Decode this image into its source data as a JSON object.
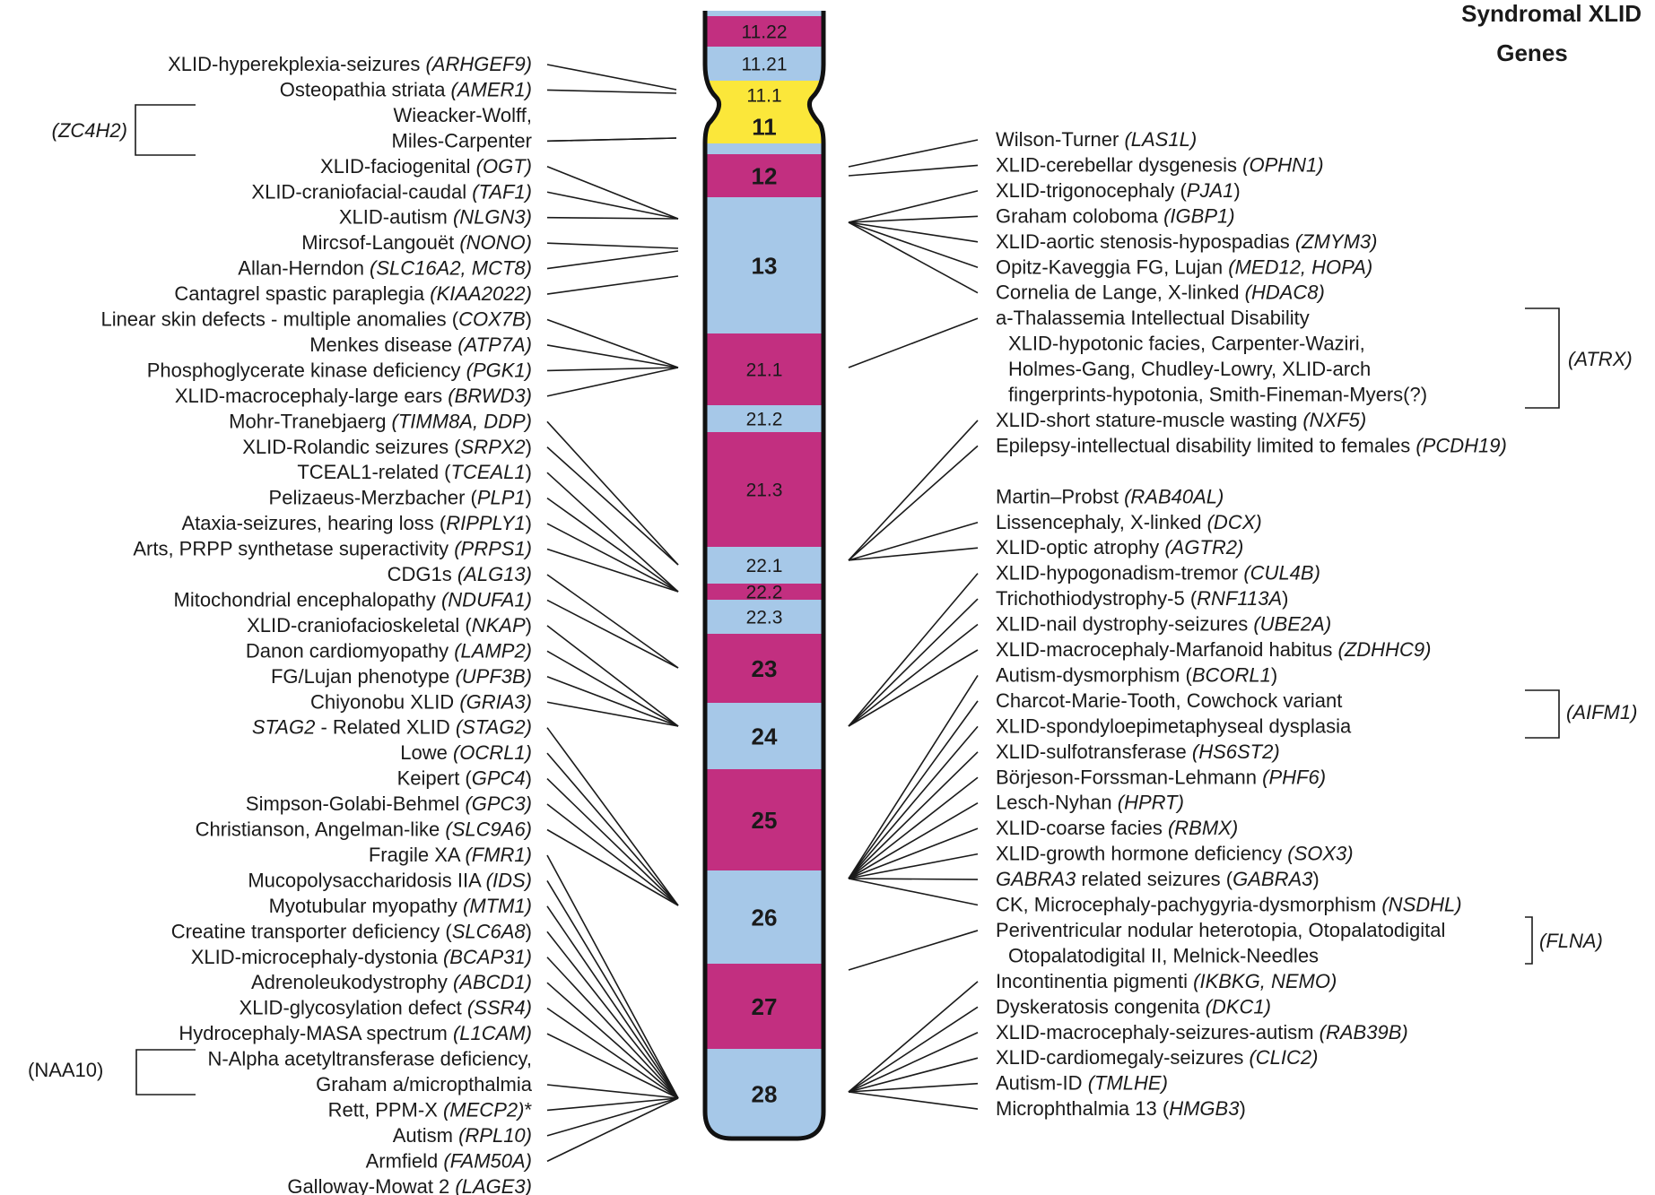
{
  "title": {
    "line1": "Syndromal XLID",
    "line2": "Genes"
  },
  "colors": {
    "q_dark": "#c22f80",
    "q_light": "#a6c8e8",
    "q_centromere": "#fbe73a",
    "outline": "#111111",
    "text": "#1a1a1a"
  },
  "bands": [
    {
      "label": "",
      "color": "light"
    },
    {
      "label": "11.22",
      "color": "dark"
    },
    {
      "label": "11.21",
      "color": "light"
    },
    {
      "label": "11.1",
      "color": "cen"
    },
    {
      "label": "11",
      "color": "cen",
      "bold": true
    },
    {
      "label": "",
      "color": "light"
    },
    {
      "label": "12",
      "color": "dark",
      "bold": true
    },
    {
      "label": "13",
      "color": "light",
      "bold": true
    },
    {
      "label": "21.1",
      "color": "dark"
    },
    {
      "label": "21.2",
      "color": "light"
    },
    {
      "label": "21.3",
      "color": "dark"
    },
    {
      "label": "22.1",
      "color": "light"
    },
    {
      "label": "22.2",
      "color": "dark"
    },
    {
      "label": "22.3",
      "color": "light"
    },
    {
      "label": "23",
      "color": "dark",
      "bold": true
    },
    {
      "label": "24",
      "color": "light",
      "bold": true
    },
    {
      "label": "25",
      "color": "dark",
      "bold": true
    },
    {
      "label": "26",
      "color": "light",
      "bold": true
    },
    {
      "label": "27",
      "color": "dark",
      "bold": true
    },
    {
      "label": "28",
      "color": "light",
      "bold": true
    }
  ],
  "left_syndromes": [
    {
      "name": "XLID-hyperekplexia-seizures ",
      "gene": "(ARHGEF9)"
    },
    {
      "name": "Osteopathia striata ",
      "gene": "(AMER1)"
    },
    {
      "name": "Wieacker-Wolff,",
      "gene": ""
    },
    {
      "name": "Miles-Carpenter",
      "gene": ""
    },
    {
      "name": "XLID-faciogenital ",
      "gene": "(OGT)"
    },
    {
      "name": "XLID-craniofacial-caudal ",
      "gene": "(TAF1)"
    },
    {
      "name": "XLID-autism ",
      "gene": "(NLGN3)"
    },
    {
      "name": "Mircsof-Langouët ",
      "gene": "(NONO)"
    },
    {
      "name": "Allan-Herndon ",
      "gene": "(SLC16A2, MCT8)"
    },
    {
      "name": "Cantagrel spastic paraplegia ",
      "gene": "(KIAA2022)"
    },
    {
      "name": "Linear skin defects - multiple anomalies (",
      "gene": "COX7B",
      "suffix": ")"
    },
    {
      "name": "Menkes disease ",
      "gene": "(ATP7A)"
    },
    {
      "name": "Phosphoglycerate kinase deficiency ",
      "gene": "(PGK1)"
    },
    {
      "name": "XLID-macrocephaly-large ears ",
      "gene": "(BRWD3)"
    },
    {
      "name": "Mohr-Tranebjaerg ",
      "gene": "(TIMM8A, DDP)"
    },
    {
      "name": "XLID-Rolandic seizures (",
      "gene": "SRPX2",
      "suffix": ")"
    },
    {
      "name": "TCEAL1-related (",
      "gene": "TCEAL1",
      "suffix": ")"
    },
    {
      "name": "Pelizaeus-Merzbacher (",
      "gene": "PLP1",
      "suffix": ")"
    },
    {
      "name": "Ataxia-seizures, hearing loss (",
      "gene": "RIPPLY1",
      "suffix": ")"
    },
    {
      "name": "Arts, PRPP synthetase superactivity ",
      "gene": "(PRPS1)"
    },
    {
      "name": "CDG1s ",
      "gene": "(ALG13)"
    },
    {
      "name": "Mitochondrial encephalopathy ",
      "gene": "(NDUFA1)"
    },
    {
      "name": "XLID-craniofacioskeletal (",
      "gene": "NKAP",
      "suffix": ")"
    },
    {
      "name": "Danon cardiomyopathy ",
      "gene": "(LAMP2)"
    },
    {
      "name": "FG/Lujan phenotype ",
      "gene": "(UPF3B)"
    },
    {
      "name": "Chiyonobu XLID ",
      "gene": "(GRIA3)"
    },
    {
      "name": "STAG2",
      "italic_name": true,
      "name2": " - Related XLID ",
      "gene": "(STAG2)"
    },
    {
      "name": "Lowe ",
      "gene": "(OCRL1)"
    },
    {
      "name": "Keipert (",
      "gene": "GPC4",
      "suffix": ")"
    },
    {
      "name": "Simpson-Golabi-Behmel ",
      "gene": "(GPC3)"
    },
    {
      "name": "Christianson, Angelman-like ",
      "gene": "(SLC9A6)"
    },
    {
      "name": "Fragile XA ",
      "gene": "(FMR1)"
    },
    {
      "name": "Mucopolysaccharidosis IIA ",
      "gene": "(IDS)"
    },
    {
      "name": "Myotubular myopathy ",
      "gene": "(MTM1)"
    },
    {
      "name": "Creatine transporter deficiency (",
      "gene": "SLC6A8",
      "suffix": ")"
    },
    {
      "name": "XLID-microcephaly-dystonia ",
      "gene": "(BCAP31)"
    },
    {
      "name": "Adrenoleukodystrophy ",
      "gene": "(ABCD1)"
    },
    {
      "name": "XLID-glycosylation defect ",
      "gene": "(SSR4)"
    },
    {
      "name": "Hydrocephaly-MASA spectrum ",
      "gene": "(L1CAM)"
    },
    {
      "name": "N-Alpha acetyltransferase deficiency,",
      "gene": ""
    },
    {
      "name": "Graham a/micropthalmia",
      "gene": ""
    },
    {
      "name": "Rett, PPM-X ",
      "gene": "(MECP2)",
      "suffix": "*"
    },
    {
      "name": "Autism ",
      "gene": "(RPL10)"
    },
    {
      "name": "Armfield ",
      "gene": "(FAM50A)"
    },
    {
      "name": "Galloway-Mowat 2 ",
      "gene": "(LAGE3)"
    }
  ],
  "right_syndromes": [
    {
      "name": "Wilson-Turner ",
      "gene": "(LAS1L)"
    },
    {
      "name": "XLID-cerebellar dysgenesis ",
      "gene": "(OPHN1)"
    },
    {
      "name": "XLID-trigonocephaly (",
      "gene": "PJA1",
      "suffix": ")"
    },
    {
      "name": "Graham coloboma ",
      "gene": "(IGBP1)"
    },
    {
      "name": "XLID-aortic stenosis-hypospadias ",
      "gene": "(ZMYM3)"
    },
    {
      "name": "Opitz-Kaveggia FG, Lujan ",
      "gene": "(MED12, HOPA)"
    },
    {
      "name": "Cornelia de Lange, X-linked ",
      "gene": "(HDAC8)"
    },
    {
      "name": "a-Thalassemia Intellectual Disability",
      "gene": ""
    },
    {
      "name": "XLID-hypotonic facies, Carpenter-Waziri,",
      "gene": "",
      "indent": true
    },
    {
      "name": "Holmes-Gang, Chudley-Lowry, XLID-arch",
      "gene": "",
      "indent": true
    },
    {
      "name": "fingerprints-hypotonia, Smith-Fineman-Myers(?)",
      "gene": "",
      "indent": true
    },
    {
      "name": "XLID-short stature-muscle wasting ",
      "gene": "(NXF5)"
    },
    {
      "name": "Epilepsy-intellectual disability limited to females ",
      "gene": "(PCDH19)"
    },
    {
      "name": "Martin–Probst ",
      "gene": "(RAB40AL)"
    },
    {
      "name": "Lissencephaly, X-linked ",
      "gene": "(DCX)"
    },
    {
      "name": "XLID-optic atrophy ",
      "gene": "(AGTR2)"
    },
    {
      "name": "XLID-hypogonadism-tremor ",
      "gene": "(CUL4B)"
    },
    {
      "name": "Trichothiodystrophy-5 (",
      "gene": "RNF113A",
      "suffix": ")"
    },
    {
      "name": "XLID-nail dystrophy-seizures ",
      "gene": "(UBE2A)"
    },
    {
      "name": "XLID-macrocephaly-Marfanoid habitus ",
      "gene": "(ZDHHC9)"
    },
    {
      "name": "Autism-dysmorphism (",
      "gene": "BCORL1",
      "suffix": ")"
    },
    {
      "name": "Charcot-Marie-Tooth, Cowchock variant",
      "gene": ""
    },
    {
      "name": "XLID-spondyloepimetaphyseal dysplasia",
      "gene": ""
    },
    {
      "name": "XLID-sulfotransferase ",
      "gene": "(HS6ST2)"
    },
    {
      "name": "Börjeson-Forssman-Lehmann ",
      "gene": "(PHF6)"
    },
    {
      "name": "Lesch-Nyhan ",
      "gene": "(HPRT)"
    },
    {
      "name": "XLID-coarse facies ",
      "gene": "(RBMX)"
    },
    {
      "name": "XLID-growth hormone deficiency ",
      "gene": "(SOX3)"
    },
    {
      "name": "GABRA3",
      "italic_name": true,
      "name2": " related seizures (",
      "gene": "GABRA3",
      "suffix": ")"
    },
    {
      "name": "CK, Microcephaly-pachygyria-dysmorphism ",
      "gene": "(NSDHL)"
    },
    {
      "name": "Periventricular nodular heterotopia, Otopalatodigital",
      "gene": ""
    },
    {
      "name": "Otopalatodigital II,  Melnick-Needles",
      "gene": "",
      "indent": true
    },
    {
      "name": "Incontinentia pigmenti ",
      "gene": "(IKBKG, NEMO)"
    },
    {
      "name": "Dyskeratosis congenita ",
      "gene": "(DKC1)"
    },
    {
      "name": "XLID-macrocephaly-seizures-autism ",
      "gene": "(RAB39B)"
    },
    {
      "name": "XLID-cardiomegaly-seizures ",
      "gene": "(CLIC2)"
    },
    {
      "name": "Autism-ID ",
      "gene": "(TMLHE)"
    },
    {
      "name": "Microphthalmia 13 (",
      "gene": "HMGB3",
      "suffix": ")"
    }
  ],
  "brackets": {
    "zc4h2": "(ZC4H2)",
    "naa10": "(NAA10)",
    "atrx": "(ATRX)",
    "aifm1": "(AIFM1)",
    "flna": "(FLNA)"
  }
}
